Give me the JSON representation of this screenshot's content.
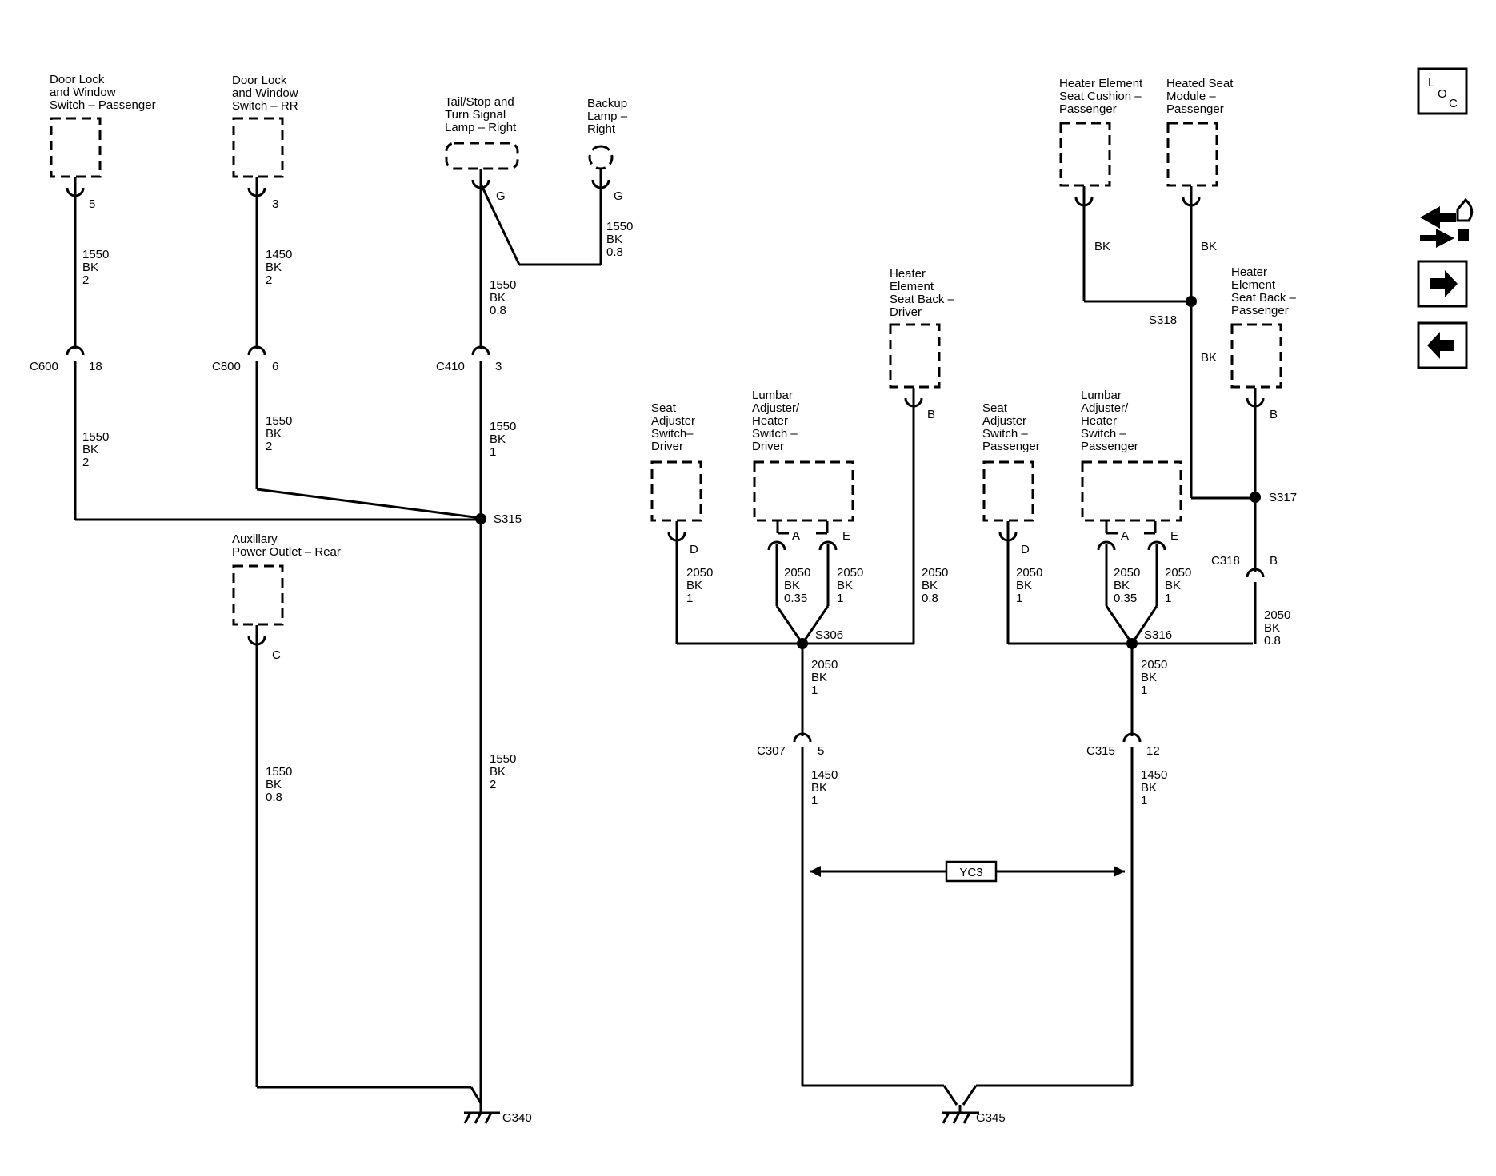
{
  "components": {
    "door_lock_passenger": [
      "Door Lock",
      "and Window",
      "Switch – Passenger"
    ],
    "door_lock_rr": [
      "Door Lock",
      "and Window",
      "Switch – RR"
    ],
    "tail_stop_lamp": [
      "Tail/Stop and",
      "Turn Signal",
      "Lamp – Right"
    ],
    "backup_lamp": [
      "Backup",
      "Lamp –",
      "Right"
    ],
    "aux_power_outlet": [
      "Auxillary",
      "Power Outlet – Rear"
    ],
    "seat_adjuster_driver": [
      "Seat",
      "Adjuster",
      "Switch–",
      "Driver"
    ],
    "lumbar_driver": [
      "Lumbar",
      "Adjuster/",
      "Heater",
      "Switch –",
      "Driver"
    ],
    "heater_seatback_driver": [
      "Heater",
      "Element",
      "Seat Back –",
      "Driver"
    ],
    "seat_adjuster_passenger": [
      "Seat",
      "Adjuster",
      "Switch –",
      "Passenger"
    ],
    "lumbar_passenger": [
      "Lumbar",
      "Adjuster/",
      "Heater",
      "Switch –",
      "Passenger"
    ],
    "heater_cushion_passenger": [
      "Heater Element",
      "Seat Cushion –",
      "Passenger"
    ],
    "heated_seat_module": [
      "Heated Seat",
      "Module –",
      "Passenger"
    ],
    "heater_seatback_passenger": [
      "Heater",
      "Element",
      "Seat Back –",
      "Passenger"
    ]
  },
  "pins": {
    "p5": "5",
    "p3": "3",
    "g1": "G",
    "g2": "G",
    "p18": "18",
    "p6": "6",
    "p3b": "3",
    "pC": "C",
    "d1": "D",
    "a1": "A",
    "e1": "E",
    "b1": "B",
    "d2": "D",
    "a2": "A",
    "e2": "E",
    "b2": "B",
    "c318b": "B",
    "p5b": "5",
    "p12": "12"
  },
  "connectors": {
    "c600": "C600",
    "c800": "C800",
    "c410": "C410",
    "c318": "C318",
    "c307": "C307",
    "c315": "C315"
  },
  "splices": {
    "s315": "S315",
    "s306": "S306",
    "s316": "S316",
    "s317": "S317",
    "s318": "S318"
  },
  "grounds": {
    "g340": "G340",
    "g345": "G345"
  },
  "wires": {
    "w1": [
      "1550",
      "BK",
      "2"
    ],
    "w2": [
      "1450",
      "BK",
      "2"
    ],
    "w3": [
      "1550",
      "BK",
      "0.8"
    ],
    "w4": [
      "1550",
      "BK",
      "0.8"
    ],
    "w5": [
      "1550",
      "BK",
      "2"
    ],
    "w6": [
      "1550",
      "BK",
      "2"
    ],
    "w7": [
      "1550",
      "BK",
      "1"
    ],
    "w8": [
      "1550",
      "BK",
      "0.8"
    ],
    "w9": [
      "1550",
      "BK",
      "2"
    ],
    "w10": [
      "2050",
      "BK",
      "1"
    ],
    "w11": [
      "2050",
      "BK",
      "0.35"
    ],
    "w12": [
      "2050",
      "BK",
      "1"
    ],
    "w13": [
      "2050",
      "BK",
      "0.8"
    ],
    "w14": [
      "2050",
      "BK",
      "1"
    ],
    "w15": [
      "2050",
      "BK",
      "0.35"
    ],
    "w16": [
      "2050",
      "BK",
      "1"
    ],
    "w17": [
      "2050",
      "BK",
      "0.8"
    ],
    "w18": [
      "2050",
      "BK",
      "1"
    ],
    "w19": [
      "2050",
      "BK",
      "1"
    ],
    "w20": [
      "1450",
      "BK",
      "1"
    ],
    "w21": [
      "1450",
      "BK",
      "1"
    ],
    "bk1": "BK",
    "bk2": "BK",
    "bk3": "BK"
  },
  "twisted_pair": "YC3",
  "nav": {
    "loc_letters": [
      "L",
      "O",
      "C"
    ],
    "icons": [
      "connector-swap-icon",
      "arrow-right-icon",
      "arrow-left-icon"
    ]
  }
}
